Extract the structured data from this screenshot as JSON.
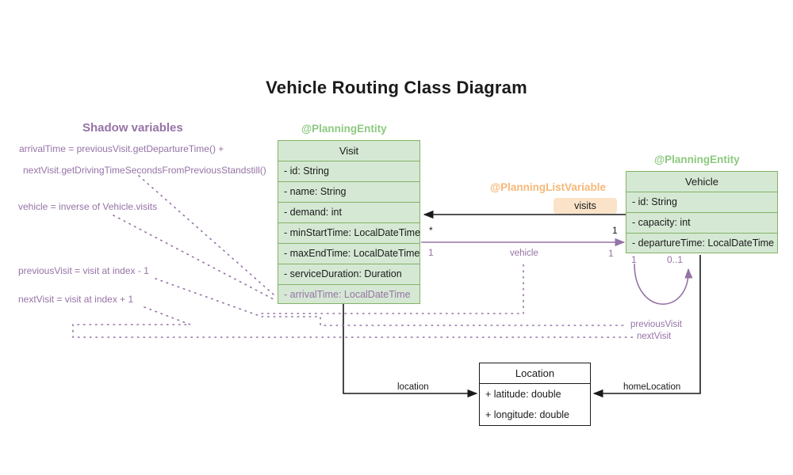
{
  "title": "Vehicle Routing Class Diagram",
  "classes": {
    "visit": {
      "stereotype": "@PlanningEntity",
      "name": "Visit",
      "attributes": [
        "- id: String",
        "- name: String",
        "- demand: int",
        "- minStartTime: LocalDateTime",
        "- maxEndTime: LocalDateTime",
        "- serviceDuration: Duration",
        "- arrivalTime: LocalDateTime"
      ]
    },
    "vehicle": {
      "stereotype": "@PlanningEntity",
      "name": "Vehicle",
      "attributes": [
        "- id: String",
        "- capacity: int",
        "- departureTime: LocalDateTime"
      ]
    },
    "location": {
      "name": "Location",
      "attributes": [
        "+ latitude: double",
        "+ longitude: double"
      ]
    }
  },
  "shadow_panel": {
    "title": "Shadow variables",
    "notes": [
      "arrivalTime = previousVisit.getDepartureTime() +",
      "nextVisit.getDrivingTimeSecondsFromPreviousStandstill()",
      "vehicle = inverse of Vehicle.visits",
      "previousVisit = visit at index - 1",
      "nextVisit = visit at index + 1"
    ]
  },
  "annotations": {
    "planning_list_variable": "@PlanningListVariable",
    "visits_badge": "visits"
  },
  "edges": {
    "visits_mult_visit": "*",
    "visits_mult_vehicle": "1",
    "vehicle_label": "vehicle",
    "vehicle_mult_visit": "1",
    "vehicle_mult_vehicle": "1",
    "self_mult_from": "1",
    "self_mult_to": "0..1",
    "previous_visit_label": "previousVisit",
    "next_visit_label": "nextVisit",
    "location_label": "location",
    "home_location_label": "homeLocation"
  },
  "colors": {
    "class_fill": "#d5e8d4",
    "class_stroke": "#82b366",
    "stereotype_green": "#8cc97f",
    "stereotype_orange": "#f5b878",
    "shadow_purple": "#9673a6",
    "badge_fill": "#fae3c8",
    "line_black": "#1a1a1a"
  }
}
